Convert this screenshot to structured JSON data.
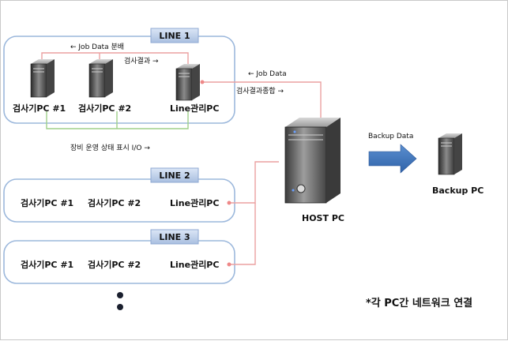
{
  "lines": [
    {
      "label": "LINE 1",
      "nodes": [
        "검사기PC #1",
        "검사기PC #2",
        "Line관리PC"
      ]
    },
    {
      "label": "LINE 2",
      "nodes": [
        "검사기PC #1",
        "검사기PC #2",
        "Line관리PC"
      ]
    },
    {
      "label": "LINE 3",
      "nodes": [
        "검사기PC #1",
        "검사기PC #2",
        "Line관리PC"
      ]
    }
  ],
  "annotations": {
    "job_data_distribution": "← Job Data 분배",
    "inspection_result": "검사결과 →",
    "host_job_data": "← Job Data",
    "inspection_result_aggregate": "검사결과종합 →",
    "equipment_status": "장비 운영 상태 표시  I/O →"
  },
  "host": {
    "label": "HOST PC"
  },
  "backup": {
    "transfer_label": "Backup Data",
    "label": "Backup PC"
  },
  "footnote": "*각 PC간 네트워크 연결",
  "colors": {
    "panel_border": "#9cb8dc",
    "job_link": "#eba1a1",
    "status_link": "#9fd08a",
    "arrow": "#2f62a8"
  }
}
